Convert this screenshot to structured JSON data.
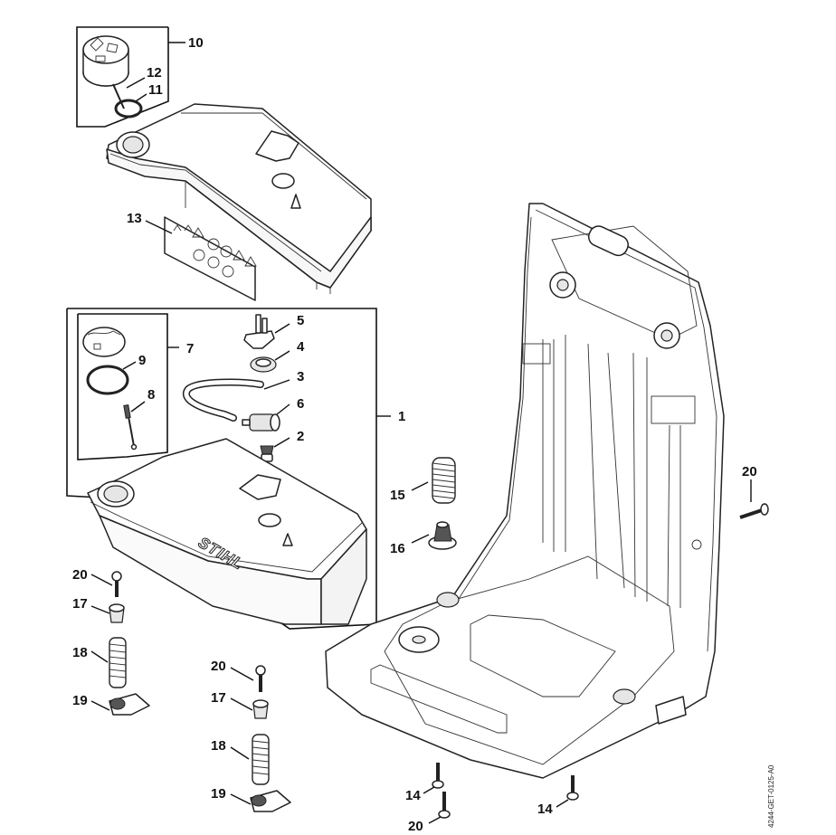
{
  "diagram": {
    "title": "Exploded parts diagram - fuel tank and back frame",
    "drawing_code": "4244-GET-0125-A0",
    "brand_label": "STIHL",
    "callouts": [
      {
        "id": "c10",
        "label": "10",
        "part": "tank cap assembly (group)"
      },
      {
        "id": "c12",
        "label": "12",
        "part": "cap strap"
      },
      {
        "id": "c11",
        "label": "11",
        "part": "cap O-ring"
      },
      {
        "id": "c13",
        "label": "13",
        "part": "warning label"
      },
      {
        "id": "c1",
        "label": "1",
        "part": "fuel tank assembly (group)"
      },
      {
        "id": "c7",
        "label": "7",
        "part": "filler cap assembly (group)"
      },
      {
        "id": "c9",
        "label": "9",
        "part": "O-ring"
      },
      {
        "id": "c8",
        "label": "8",
        "part": "retaining strap"
      },
      {
        "id": "c5",
        "label": "5",
        "part": "valve"
      },
      {
        "id": "c4",
        "label": "4",
        "part": "grommet"
      },
      {
        "id": "c3",
        "label": "3",
        "part": "fuel hose"
      },
      {
        "id": "c6",
        "label": "6",
        "part": "pickup body / filter"
      },
      {
        "id": "c2",
        "label": "2",
        "part": "tank vent"
      },
      {
        "id": "c15",
        "label": "15",
        "part": "spring"
      },
      {
        "id": "c16",
        "label": "16",
        "part": "buffer"
      },
      {
        "id": "c20a",
        "label": "20",
        "part": "screw"
      },
      {
        "id": "c17a",
        "label": "17",
        "part": "sleeve"
      },
      {
        "id": "c18a",
        "label": "18",
        "part": "spring"
      },
      {
        "id": "c19a",
        "label": "19",
        "part": "support"
      },
      {
        "id": "c20b",
        "label": "20",
        "part": "screw"
      },
      {
        "id": "c17b",
        "label": "17",
        "part": "sleeve"
      },
      {
        "id": "c18b",
        "label": "18",
        "part": "spring"
      },
      {
        "id": "c19b",
        "label": "19",
        "part": "support"
      },
      {
        "id": "c20c",
        "label": "20",
        "part": "screw"
      },
      {
        "id": "c14a",
        "label": "14",
        "part": "screw"
      },
      {
        "id": "c20d",
        "label": "20",
        "part": "screw"
      },
      {
        "id": "c14b",
        "label": "14",
        "part": "screw"
      }
    ]
  }
}
